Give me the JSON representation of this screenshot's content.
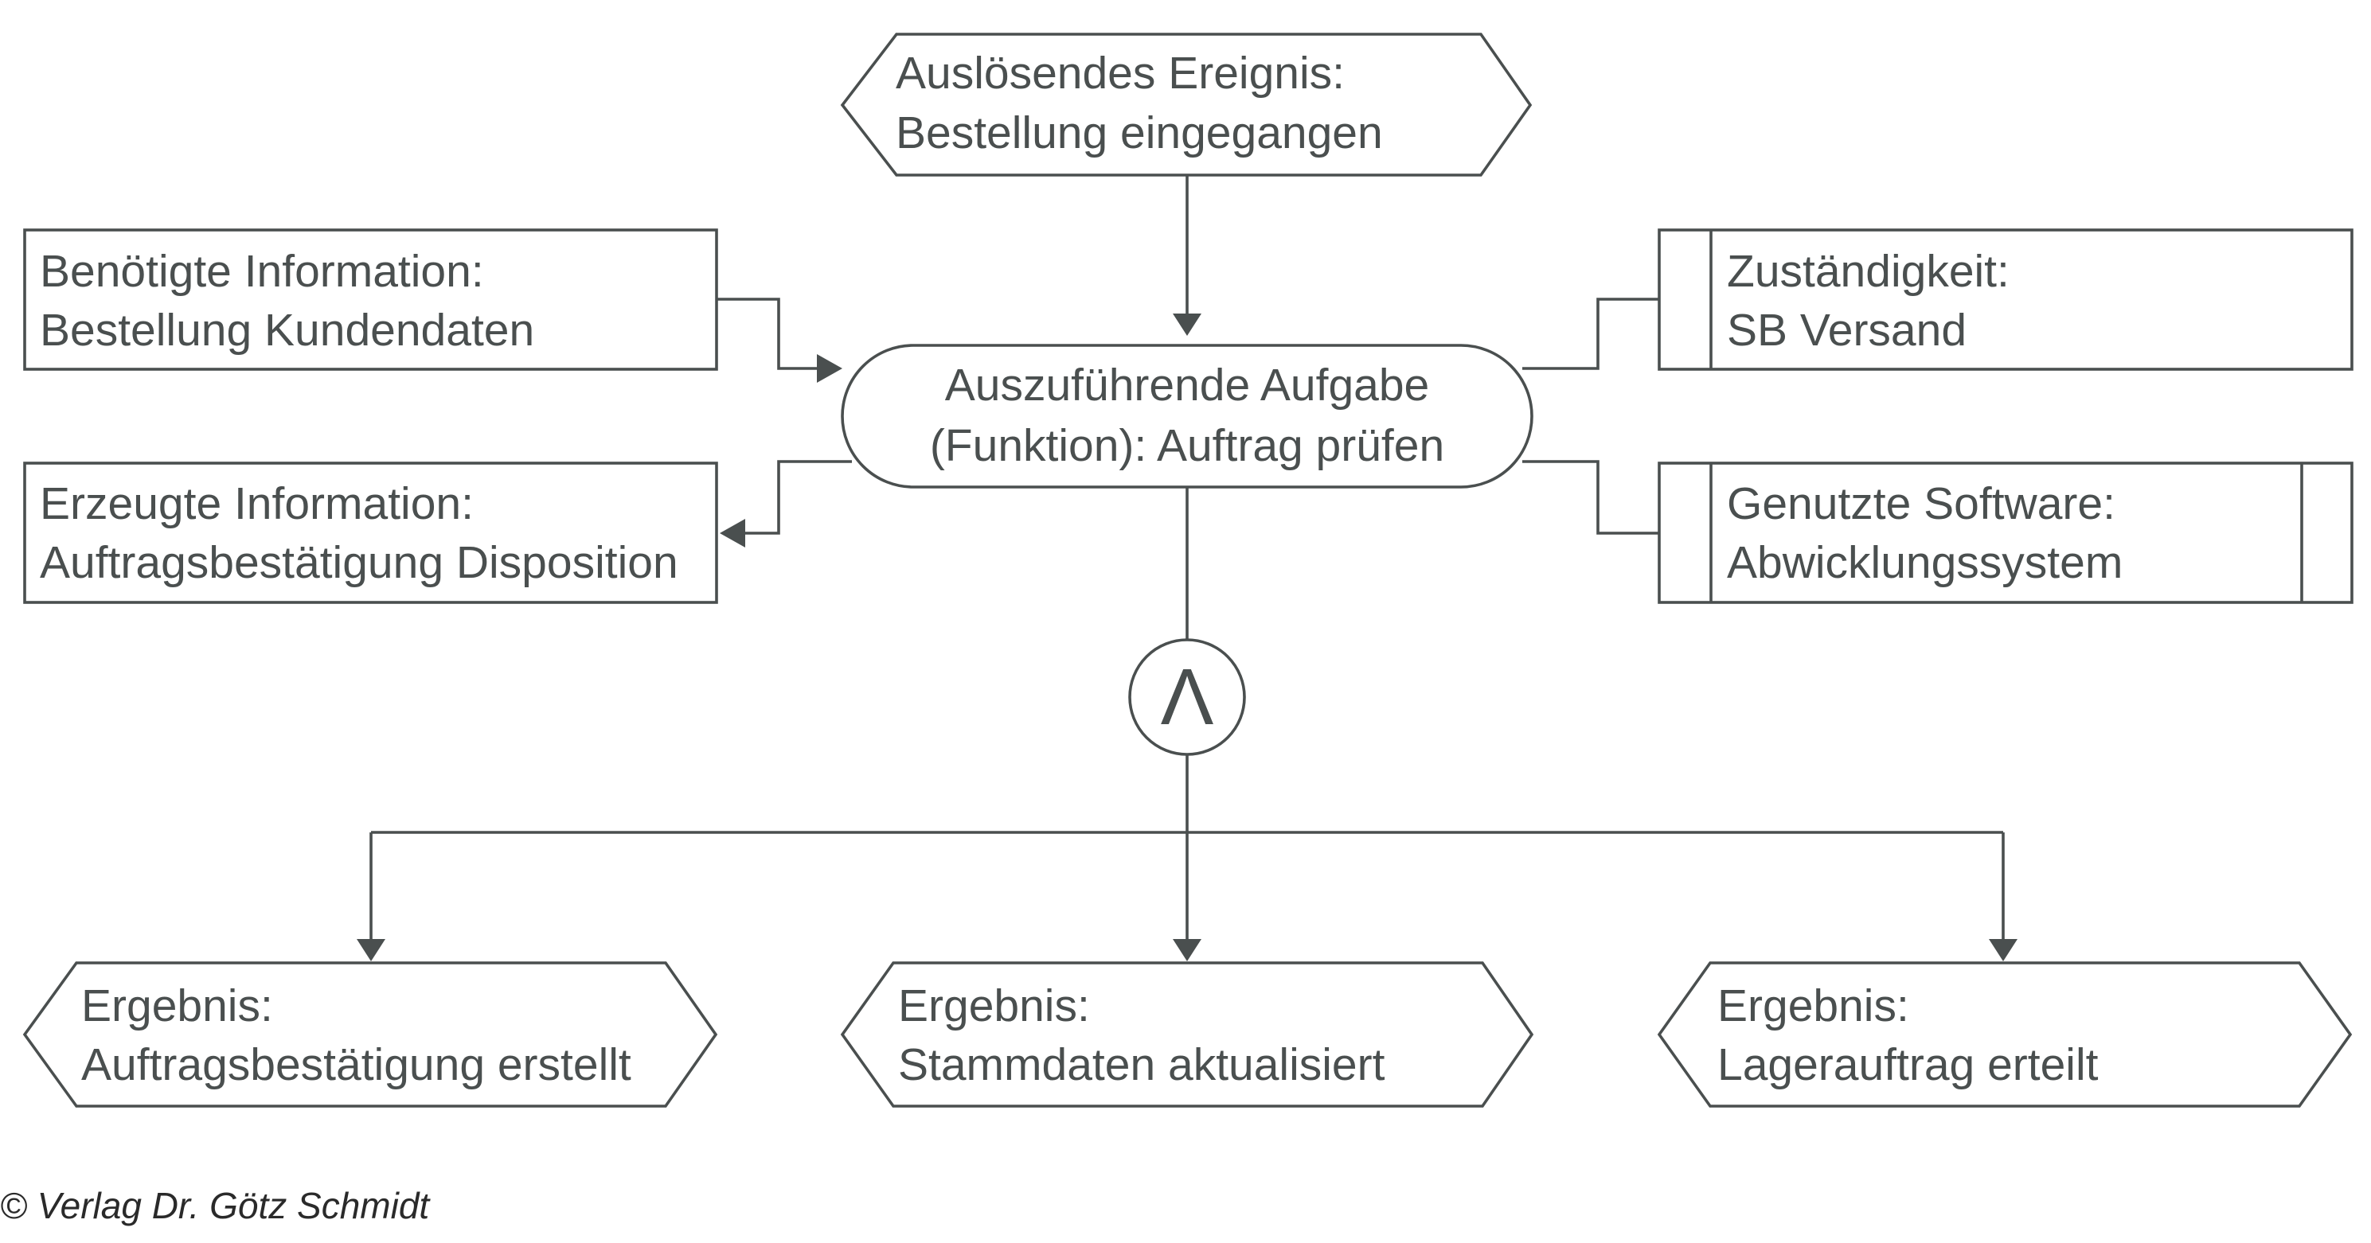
{
  "colors": {
    "stroke": "#4a4f4f",
    "text": "#4a4f4f",
    "background": "#ffffff"
  },
  "trigger_event": {
    "line1": "Auslösendes Ereignis:",
    "line2": "Bestellung eingegangen"
  },
  "required_info": {
    "line1": "Benötigte Information:",
    "line2": "Bestellung Kundendaten"
  },
  "generated_info": {
    "line1": "Erzeugte Information:",
    "line2": "Auftragsbestätigung Disposition"
  },
  "function": {
    "line1": "Auszuführende Aufgabe",
    "line2": "(Funktion): Auftrag prüfen"
  },
  "responsibility": {
    "line1": "Zuständigkeit:",
    "line2": "SB Versand"
  },
  "software": {
    "line1": "Genutzte Software:",
    "line2": "Abwicklungssystem"
  },
  "connector": {
    "symbol": "Λ",
    "type": "and-connector"
  },
  "results": [
    {
      "line1": "Ergebnis:",
      "line2": "Auftragsbestätigung erstellt"
    },
    {
      "line1": "Ergebnis:",
      "line2": "Stammdaten aktualisiert"
    },
    {
      "line1": "Ergebnis:",
      "line2": "Lagerauftrag erteilt"
    }
  ],
  "copyright": "© Verlag Dr. Götz Schmidt"
}
